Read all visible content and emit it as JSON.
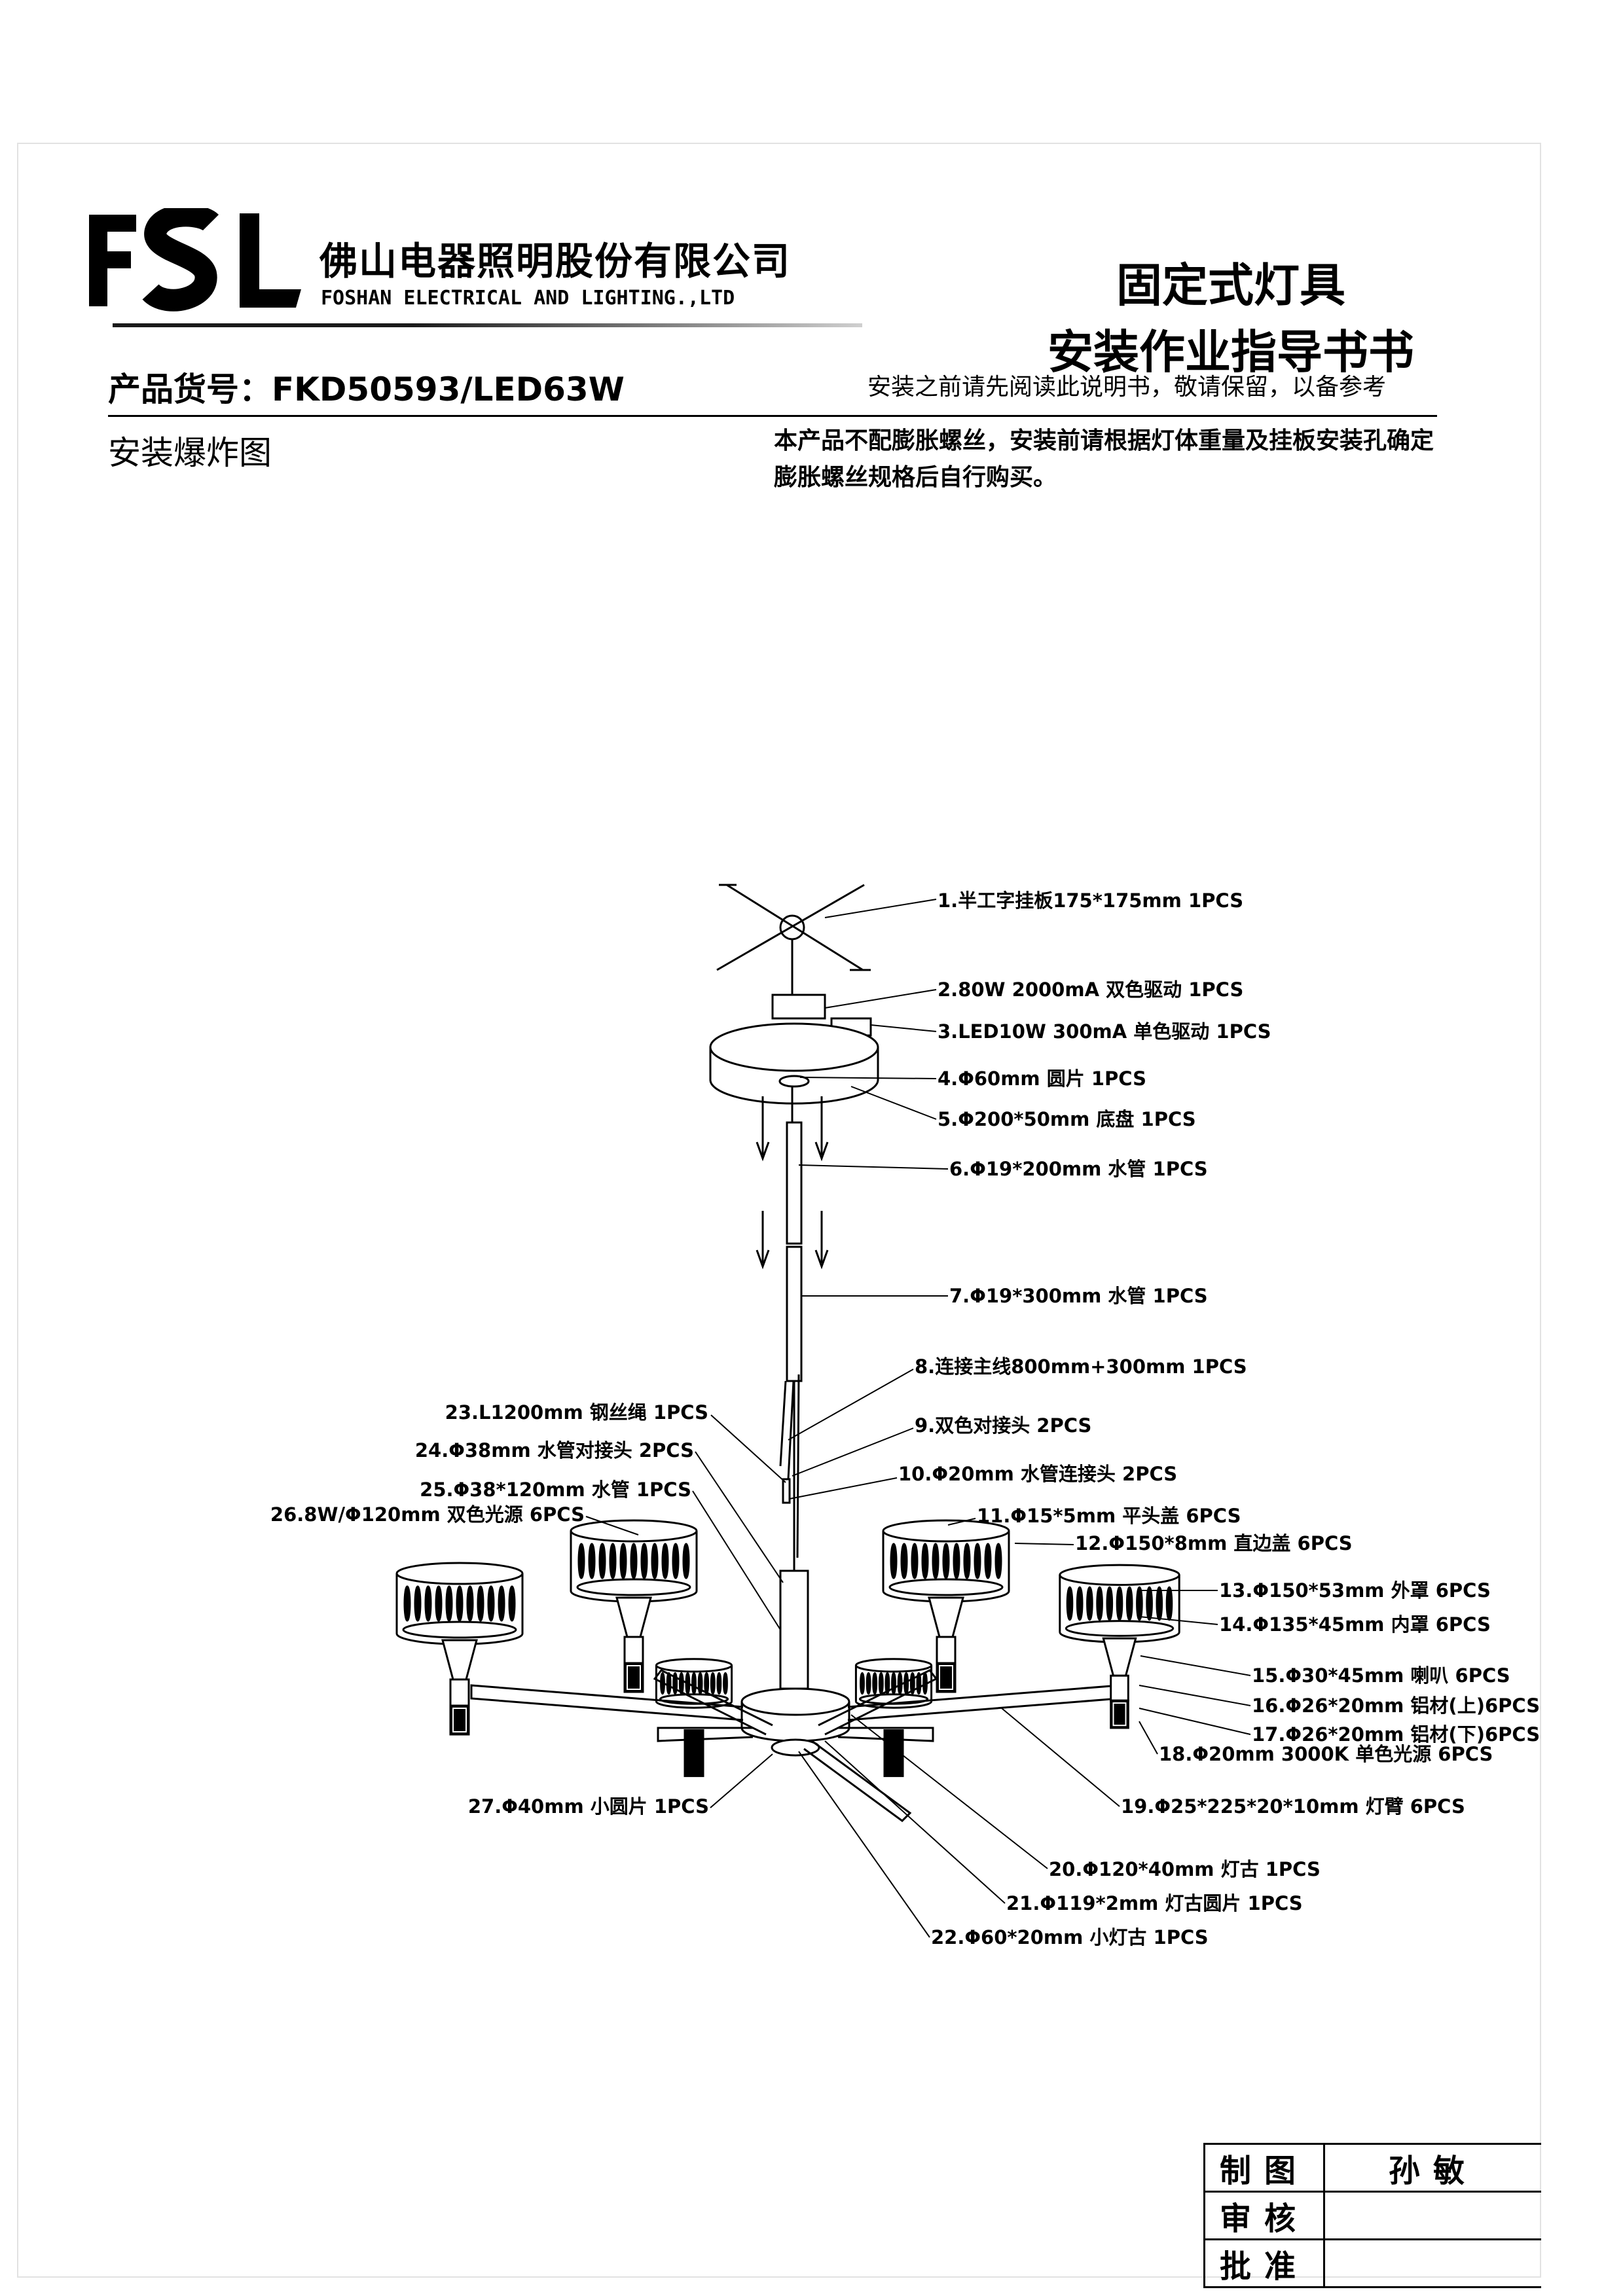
{
  "company": {
    "name_cn": "佛山电器照明股份有限公司",
    "name_en": "FOSHAN ELECTRICAL AND LIGHTING.,LTD"
  },
  "document": {
    "title_line1": "固定式灯具",
    "title_line2": "安装作业指导书书",
    "product_line": "产品货号：FKD50593/LED63W",
    "read_notice": "安装之前请先阅读此说明书，敬请保留，以备参考",
    "section_title": "安装爆炸图",
    "notice": "本产品不配膨胀螺丝，安装前请根据灯体重量及挂板安装孔确定膨胀螺丝规格后自行购买。"
  },
  "parts": [
    {
      "label": "1.半工字挂板175*175mm 1PCS"
    },
    {
      "label": "2.80W  2000mA 双色驱动 1PCS"
    },
    {
      "label": "3.LED10W 300mA 单色驱动 1PCS"
    },
    {
      "label": "4.Φ60mm 圆片 1PCS"
    },
    {
      "label": "5.Φ200*50mm 底盘 1PCS"
    },
    {
      "label": "6.Φ19*200mm 水管 1PCS"
    },
    {
      "label": "7.Φ19*300mm 水管 1PCS"
    },
    {
      "label": "8.连接主线800mm+300mm  1PCS"
    },
    {
      "label": "9.双色对接头  2PCS"
    },
    {
      "label": "10.Φ20mm 水管连接头 2PCS"
    },
    {
      "label": "11.Φ15*5mm 平头盖 6PCS"
    },
    {
      "label": "12.Φ150*8mm 直边盖 6PCS"
    },
    {
      "label": "13.Φ150*53mm 外罩 6PCS"
    },
    {
      "label": "14.Φ135*45mm 内罩 6PCS"
    },
    {
      "label": "15.Φ30*45mm 喇叭 6PCS"
    },
    {
      "label": "16.Φ26*20mm 铝材(上)6PCS"
    },
    {
      "label": "17.Φ26*20mm 铝材(下)6PCS"
    },
    {
      "label": "18.Φ20mm 3000K 单色光源 6PCS"
    },
    {
      "label": "19.Φ25*225*20*10mm 灯臂 6PCS"
    },
    {
      "label": "20.Φ120*40mm 灯古 1PCS"
    },
    {
      "label": "21.Φ119*2mm 灯古圆片 1PCS"
    },
    {
      "label": "22.Φ60*20mm 小灯古 1PCS"
    },
    {
      "label": "23.L1200mm 钢丝绳 1PCS"
    },
    {
      "label": "24.Φ38mm 水管对接头 2PCS"
    },
    {
      "label": "25.Φ38*120mm 水管 1PCS"
    },
    {
      "label": "26.8W/Φ120mm 双色光源 6PCS"
    },
    {
      "label": "27.Φ40mm 小圆片 1PCS"
    }
  ],
  "signoff": [
    {
      "role": "制图",
      "name": "孙敏"
    },
    {
      "role": "审核",
      "name": ""
    },
    {
      "role": "批准",
      "name": ""
    }
  ]
}
